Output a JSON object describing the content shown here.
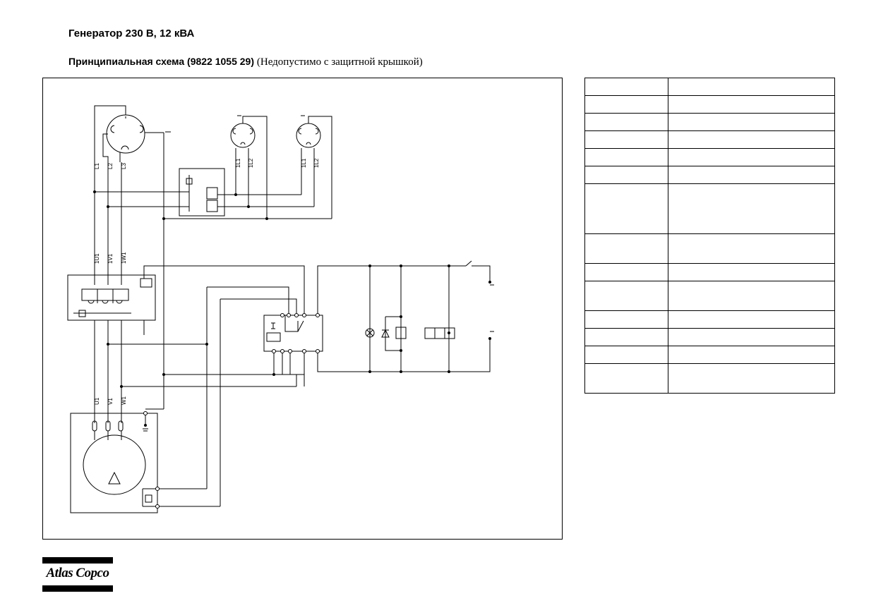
{
  "header": {
    "title": "Генератор 230 В, 12 кВА",
    "subtitle_bold": "Принципиальная схема (9822 1055 29)",
    "subtitle_note": "(Недопустимо с защитной крышкой)"
  },
  "diagram": {
    "wire_labels": {
      "mains_l1": "L1",
      "mains_l2": "L2",
      "mains_l3": "L3",
      "socket1_l1": "1L1",
      "socket1_l2": "1L2",
      "socket2_l1": "1L1",
      "socket2_l2": "1L2",
      "bus_u": "1U1",
      "bus_v": "1V1",
      "bus_w": "1W1",
      "gen_u": "U1",
      "gen_v": "V1",
      "gen_w": "W1"
    }
  },
  "legend": {
    "rows": [
      [
        "",
        ""
      ],
      [
        "",
        ""
      ],
      [
        "",
        ""
      ],
      [
        "",
        ""
      ],
      [
        "",
        ""
      ],
      [
        "",
        ""
      ],
      [
        "",
        ""
      ],
      [
        "",
        ""
      ],
      [
        "",
        ""
      ],
      [
        "",
        ""
      ],
      [
        "",
        ""
      ],
      [
        "",
        ""
      ],
      [
        "",
        ""
      ],
      [
        "",
        ""
      ]
    ]
  },
  "brand": {
    "logo_text": "Atlas Copco"
  }
}
